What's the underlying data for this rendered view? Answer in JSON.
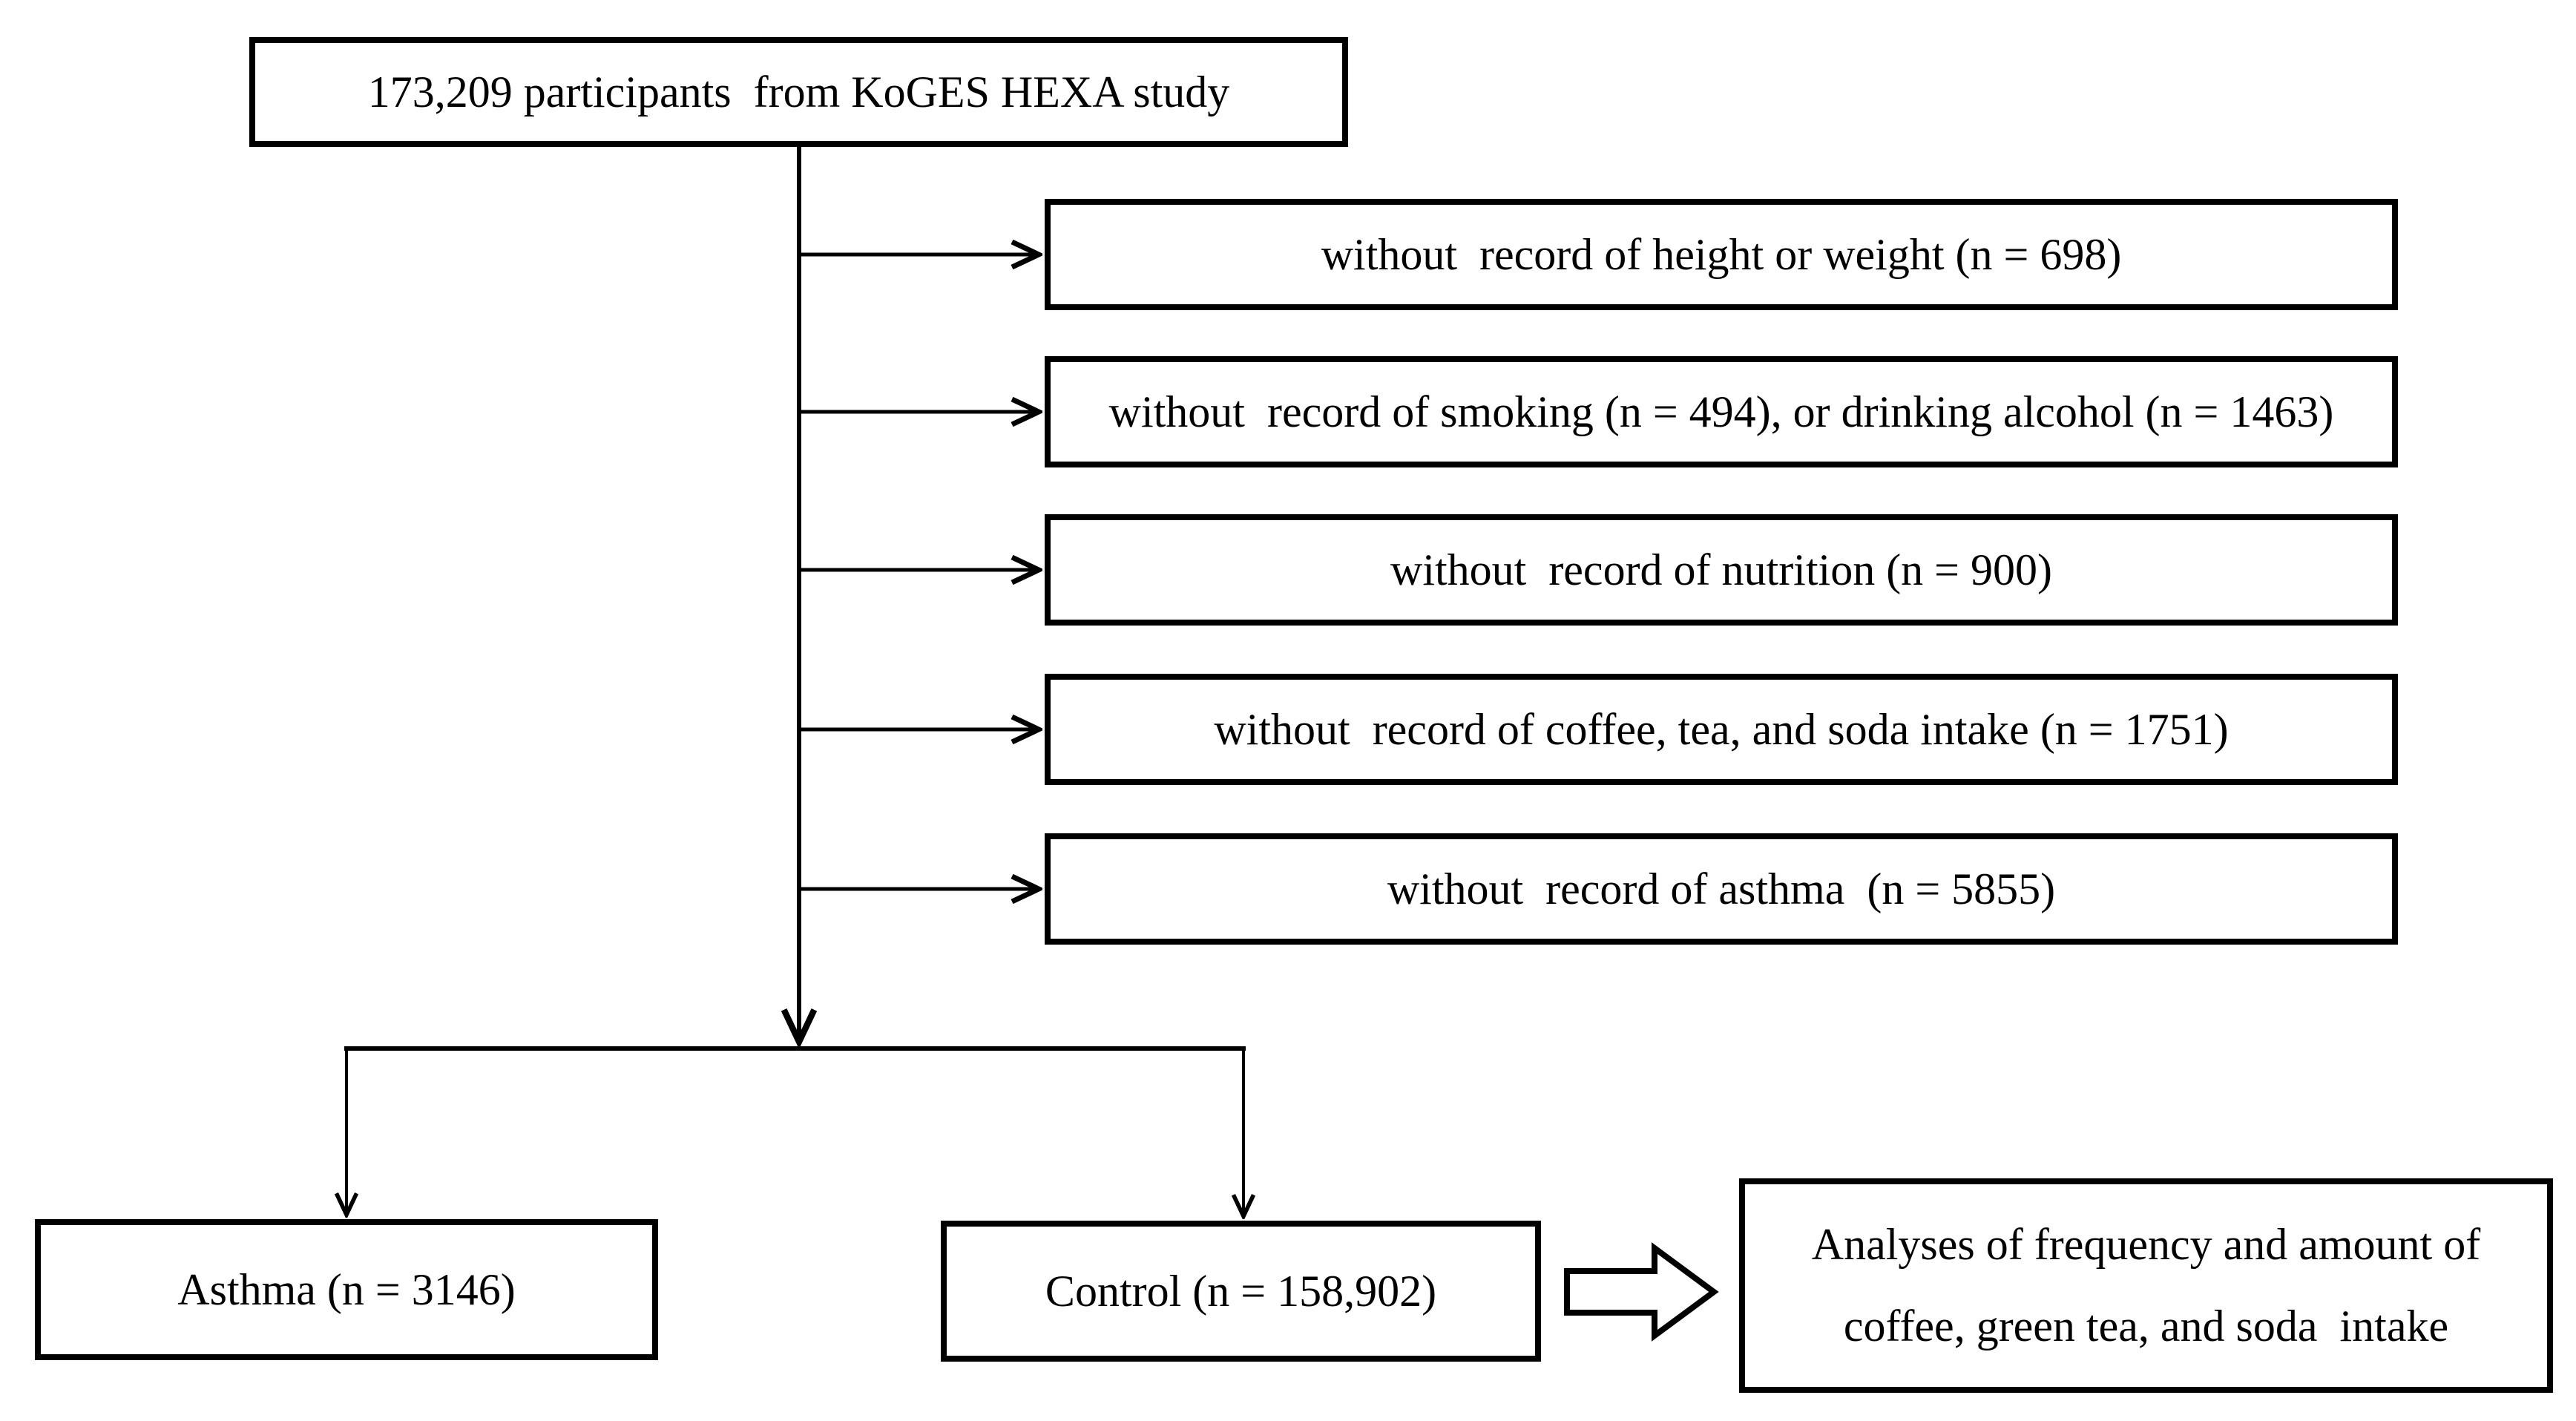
{
  "diagram": {
    "colors": {
      "background": "#ffffff",
      "line": "#000000",
      "text": "#000000"
    },
    "top_box": {
      "label": "173,209 participants  from KoGES HEXA study"
    },
    "exclusion_boxes": [
      {
        "label": "without  record of height or weight (n = 698)"
      },
      {
        "label": "without  record of smoking (n = 494), or drinking alcohol (n = 1463)"
      },
      {
        "label": "without  record of nutrition (n = 900)"
      },
      {
        "label": "without  record of coffee, tea, and soda intake (n = 1751)"
      },
      {
        "label": "without  record of asthma  (n = 5855)"
      }
    ],
    "outcome_boxes": {
      "asthma": {
        "label": "Asthma (n = 3146)"
      },
      "control": {
        "label": "Control (n = 158,902)"
      }
    },
    "analysis_box": {
      "line1": "Analyses of frequency and amount of",
      "line2": "coffee, green tea, and soda  intake"
    }
  }
}
